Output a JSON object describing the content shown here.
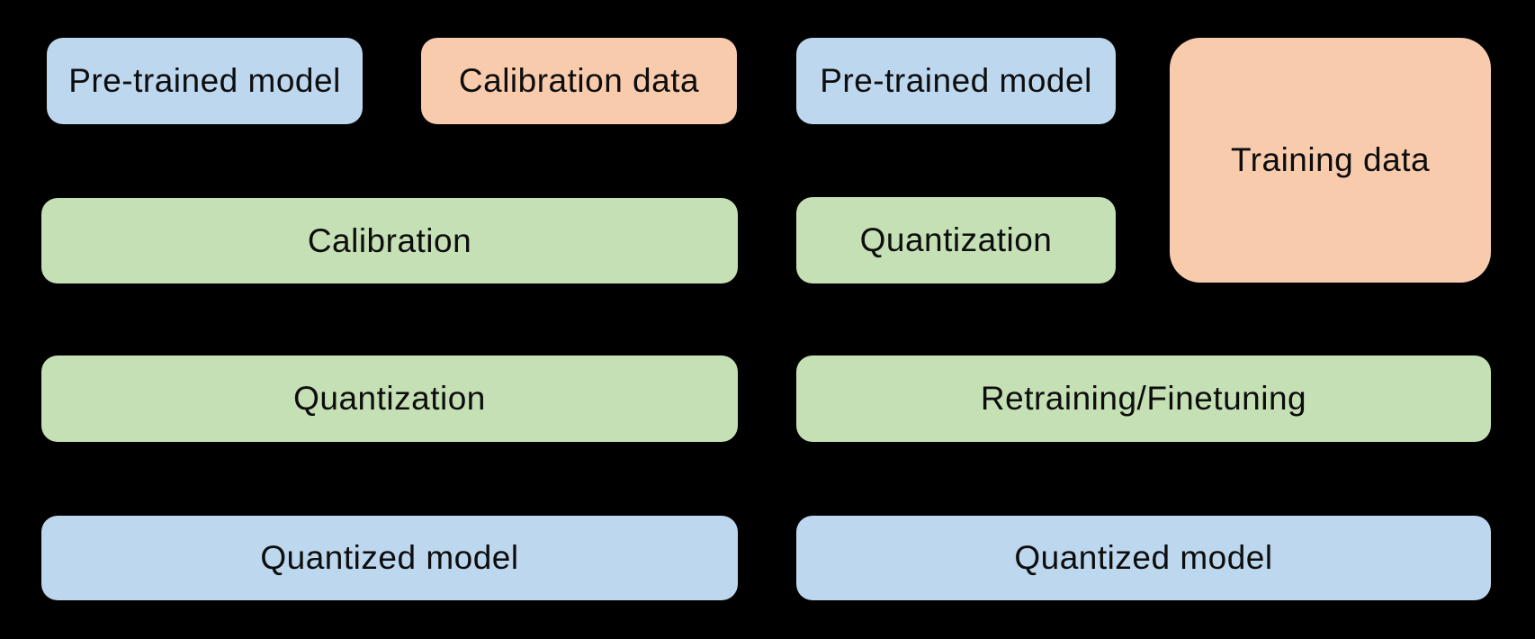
{
  "colors": {
    "background": "#000000",
    "model_box": "#BDD7EE",
    "data_box": "#F8CBAD",
    "process_box": "#C5E0B4",
    "box_text": "#0D0D0D"
  },
  "ptq_pipeline": {
    "pretrained_model": {
      "label": "Pre-trained model",
      "kind": "model"
    },
    "calibration_data": {
      "label": "Calibration data",
      "kind": "data"
    },
    "calibration": {
      "label": "Calibration",
      "kind": "process"
    },
    "quantization": {
      "label": "Quantization",
      "kind": "process"
    },
    "quantized_model": {
      "label": "Quantized model",
      "kind": "model"
    }
  },
  "qat_pipeline": {
    "pretrained_model": {
      "label": "Pre-trained model",
      "kind": "model"
    },
    "training_data": {
      "label": "Training data",
      "kind": "data"
    },
    "quantization": {
      "label": "Quantization",
      "kind": "process"
    },
    "retraining_finetuning": {
      "label": "Retraining/Finetuning",
      "kind": "process"
    },
    "quantized_model": {
      "label": "Quantized model",
      "kind": "model"
    }
  }
}
